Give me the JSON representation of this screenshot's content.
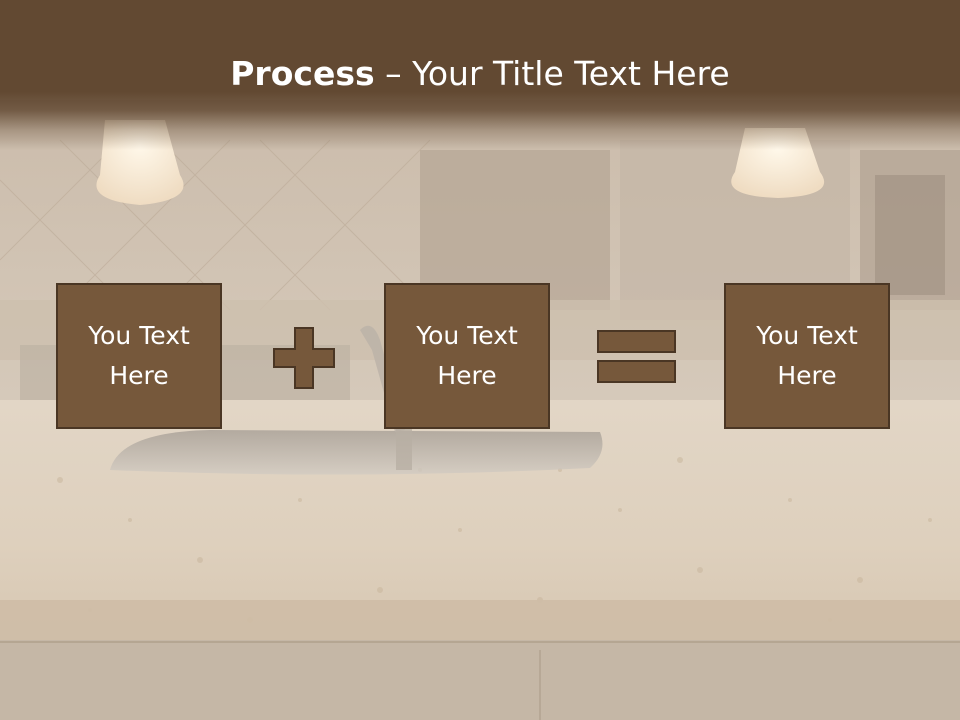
{
  "title": {
    "bold": "Process",
    "rest": " – Your Title Text Here"
  },
  "boxes": [
    {
      "text": "You Text Here"
    },
    {
      "text": "You Text Here"
    },
    {
      "text": "You Text Here"
    }
  ],
  "operators": [
    "plus-icon",
    "equals-icon"
  ],
  "colors": {
    "header": "#624932",
    "box_fill": "#76583b",
    "box_border": "#4a3624",
    "text": "#ffffff"
  }
}
